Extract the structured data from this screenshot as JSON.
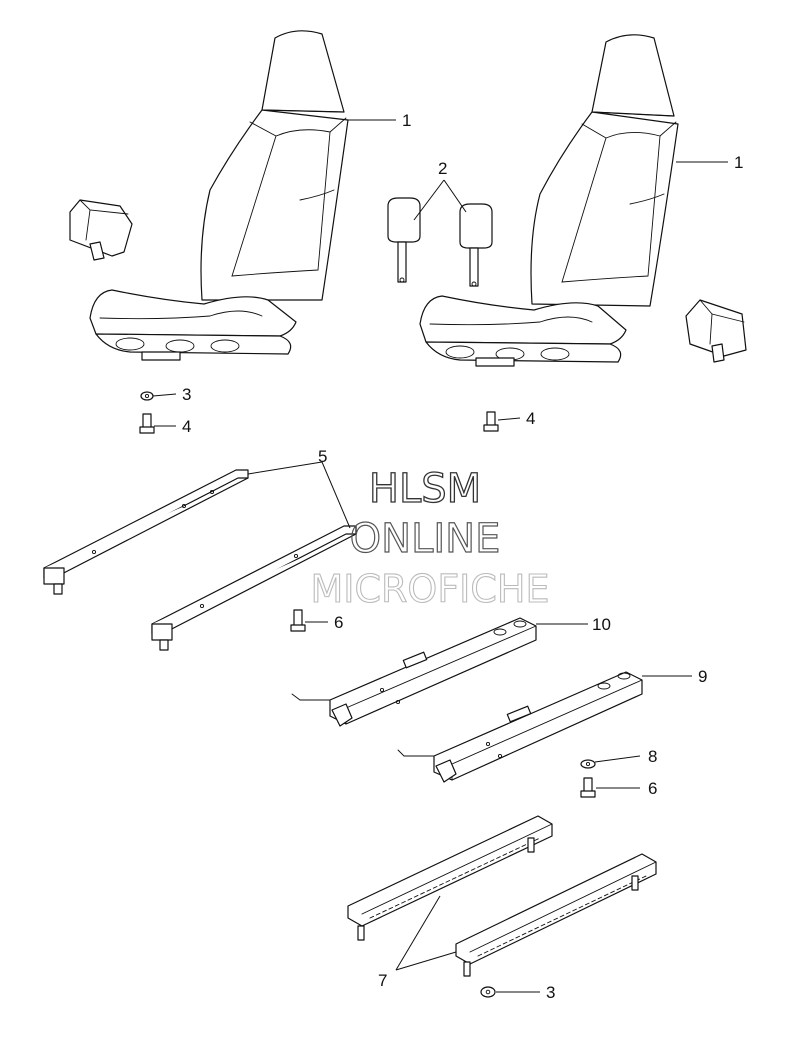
{
  "watermark": {
    "line1": "HLSM",
    "line2": "ONLINE",
    "line3": "MICROFICHE"
  },
  "callouts": {
    "seat_left": "1",
    "seat_right": "1",
    "buckles": "2",
    "nut_upper": "3",
    "nut_lower": "3",
    "bolt_left": "4",
    "bolt_right": "4",
    "rail_supports": "5",
    "bolt_mid": "6",
    "bolt_lower": "6",
    "slide_rails": "7",
    "washer": "8",
    "slider_right": "9",
    "slider_left": "10"
  }
}
